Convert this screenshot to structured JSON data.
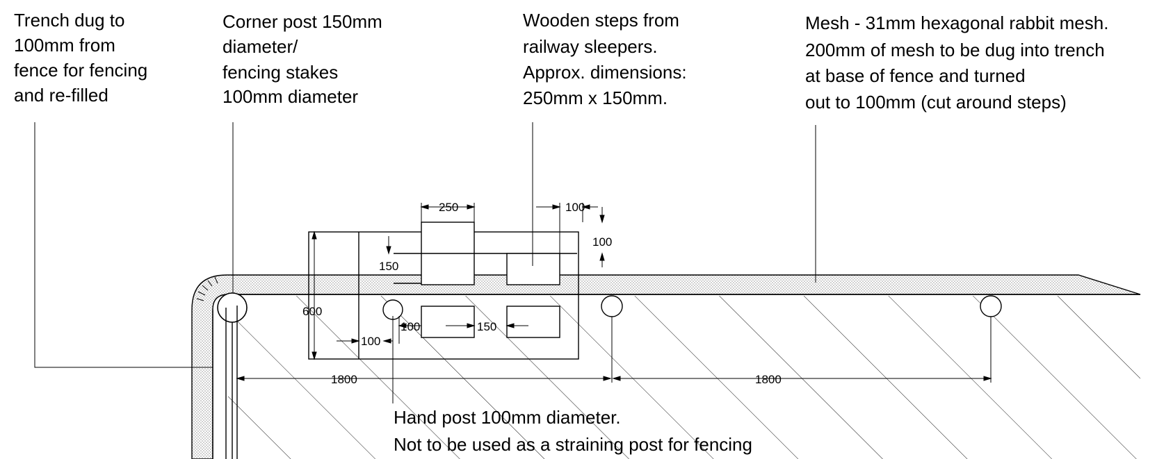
{
  "notes": {
    "trench": [
      "Trench dug to",
      "100mm from",
      "fence for fencing",
      "and re-filled"
    ],
    "corner_post": [
      "Corner post 150mm",
      "diameter/",
      "fencing stakes",
      "100mm diameter"
    ],
    "wooden_steps": [
      "Wooden steps from",
      "railway sleepers.",
      "Approx. dimensions:",
      "250mm x 150mm."
    ],
    "mesh": [
      "Mesh - 31mm hexagonal rabbit mesh.",
      "200mm of mesh to be dug into trench",
      "at base of fence and turned",
      "out to 100mm (cut around steps)"
    ],
    "hand_post": [
      "Hand post 100mm diameter.",
      "Not to be used as a straining post for fencing"
    ]
  },
  "dimensions": {
    "step_width": "250",
    "step_gap_top": "100",
    "step_top_offset": "100",
    "step_depth": "150",
    "enclosure_depth": "600",
    "hand_post_offset": "100",
    "step_gap_lower_left": "100",
    "step_gap_lower": "150",
    "post_spacing_1": "1800",
    "post_spacing_2": "1800"
  },
  "colors": {
    "line": "#000000",
    "mesh_dots": "#9a9a9a",
    "background": "#ffffff"
  }
}
